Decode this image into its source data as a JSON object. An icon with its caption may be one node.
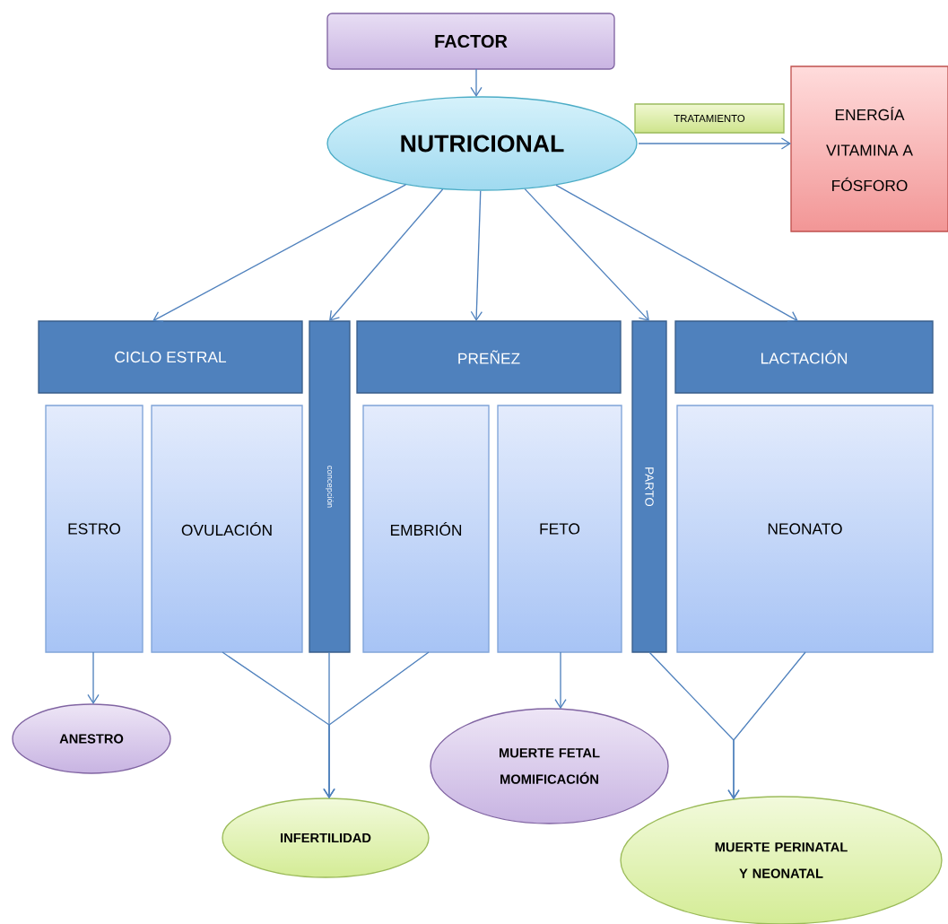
{
  "diagram": {
    "nodes": [
      {
        "text": [
          "FACTOR"
        ]
      },
      {
        "text": [
          "NUTRICIONAL"
        ]
      },
      {
        "text": [
          "TRATAMIENTO"
        ]
      },
      {
        "text": [
          "ENERGÍA",
          "VITAMINA A",
          "FÓSFORO"
        ]
      },
      {
        "text": [
          "CICLO ESTRAL"
        ]
      },
      {
        "text": [
          "concepción"
        ]
      },
      {
        "text": [
          "PREÑEZ"
        ]
      },
      {
        "text": [
          "PARTO"
        ]
      },
      {
        "text": [
          "LACTACIÓN"
        ]
      },
      {
        "text": [
          "ESTRO"
        ]
      },
      {
        "text": [
          "OVULACIÓN"
        ]
      },
      {
        "text": [
          "EMBRIÓN"
        ]
      },
      {
        "text": [
          "FETO"
        ]
      },
      {
        "text": [
          "NEONATO"
        ]
      },
      {
        "text": [
          "ANESTRO"
        ]
      },
      {
        "text": [
          "INFERTILIDAD"
        ]
      },
      {
        "text": [
          "MUERTE FETAL MOMIFICACIÓN"
        ]
      },
      {
        "text": [
          "MUERTE PERINATAL Y NEONATAL"
        ]
      }
    ],
    "edges": [
      {
        "from": 0,
        "to": 1,
        "arrow": "to"
      },
      {
        "from": 1,
        "to": 3,
        "arrow": "to"
      },
      {
        "from": 1,
        "to": 4,
        "arrow": "to"
      },
      {
        "from": 1,
        "to": 5,
        "arrow": "to"
      },
      {
        "from": 1,
        "to": 6,
        "arrow": "to"
      },
      {
        "from": 1,
        "to": 7,
        "arrow": "to"
      },
      {
        "from": 1,
        "to": 8,
        "arrow": "to"
      },
      {
        "from": 9,
        "to": 14,
        "arrow": "to"
      },
      {
        "from": 10,
        "to": 15,
        "arrow": "to"
      },
      {
        "from": 11,
        "to": 15,
        "arrow": "to"
      },
      {
        "from": 5,
        "to": 15,
        "arrow": "to"
      },
      {
        "from": 12,
        "to": 16,
        "arrow": "to"
      },
      {
        "from": 7,
        "to": 17,
        "arrow": "to"
      },
      {
        "from": 13,
        "to": 17,
        "arrow": "to"
      }
    ]
  }
}
